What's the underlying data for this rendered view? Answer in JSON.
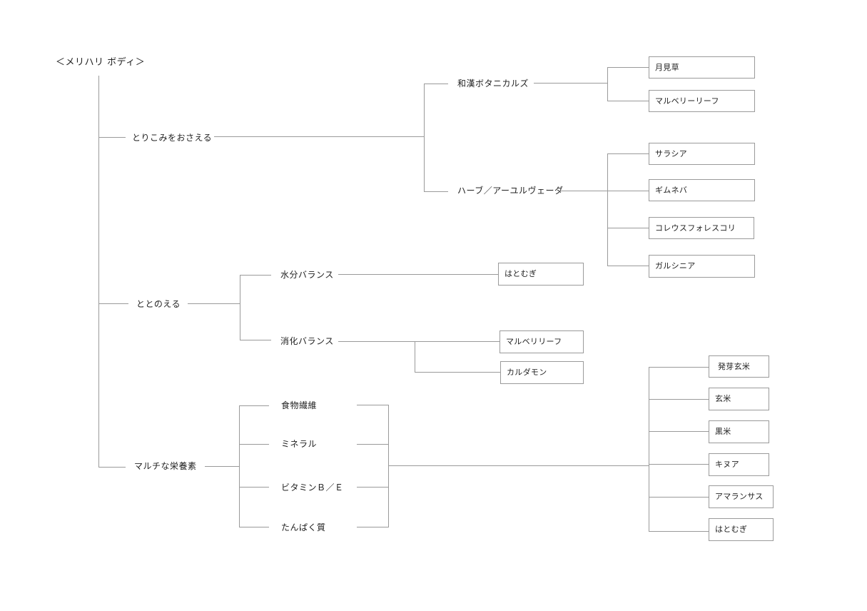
{
  "title": "＜メリハリ ボディ＞",
  "branches": {
    "torikomi": {
      "label": "とりこみをおさえる",
      "wakan": {
        "label": "和漢ボタニカルズ",
        "items": [
          "月見草",
          "マルベリーリーフ"
        ]
      },
      "herb": {
        "label": "ハーブ／アーユルヴェーダ",
        "items": [
          "サラシア",
          "ギムネバ",
          "コレウスフォレスコリ",
          "ガルシニア"
        ]
      }
    },
    "totonoeru": {
      "label": "ととのえる",
      "water": {
        "label": "水分バランス",
        "items": [
          "はとむぎ"
        ]
      },
      "digest": {
        "label": "消化バランス",
        "items": [
          "マルベリリーフ",
          "カルダモン"
        ]
      }
    },
    "nutrients": {
      "label": "マルチな栄養素",
      "categories": [
        "食物繊維",
        "ミネラル",
        "ビタミンＢ／Ｅ",
        "たんぱく質"
      ],
      "items": [
        "発芽玄米",
        "玄米",
        "黒米",
        "キヌア",
        "アマランサス",
        "はとむぎ"
      ]
    }
  }
}
